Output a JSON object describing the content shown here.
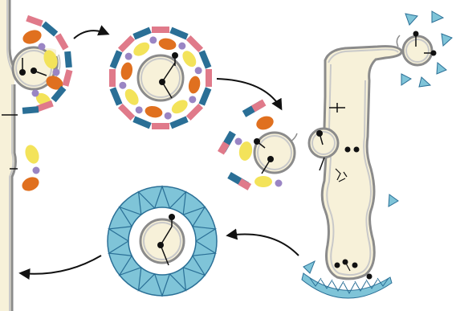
{
  "diagram": {
    "kind": "vesicle-trafficking-schematic",
    "labels": [],
    "colors": {
      "background": "#ffffff",
      "cytoplasm_fill": "#f7f1d9",
      "membrane_stroke": "#8b8b8b",
      "membrane_inner": "#c9c9c9",
      "coat_red": "#e07a8a",
      "coat_blue": "#2a6f96",
      "adaptor_orange": "#e0701f",
      "adaptor_yellow": "#f3e35a",
      "adaptor_purple": "#9a85c4",
      "cargo_black": "#111111",
      "clathrin_cyan": "#7fc4d8",
      "arrow_black": "#111111"
    },
    "icons": [
      "plasma-membrane",
      "coated-bud",
      "coated-vesicle",
      "uncoating-vesicle",
      "endosome",
      "recycling-vesicle",
      "clathrin-coated-vesicle",
      "flow-arrow"
    ]
  }
}
